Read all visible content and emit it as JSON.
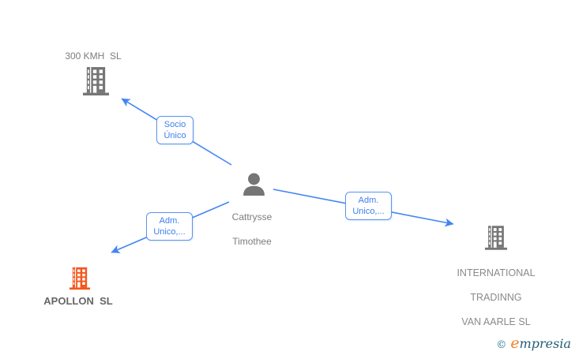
{
  "colors": {
    "edge_blue": "#4285f4",
    "box_border_blue": "#5b93ee",
    "box_text_blue": "#3d7ef0",
    "building_gray": "#757575",
    "building_orange": "#f4571f",
    "person_gray": "#757575",
    "label_gray": "#7d7d7d",
    "label_gray_bold": "#666666",
    "brand_orange": "#f08021",
    "brand_teal": "#235e77",
    "copyright_teal": "#20798f"
  },
  "person": {
    "name_line1": "Cattrysse",
    "name_line2": "Timothee"
  },
  "companies": {
    "kmh": {
      "name": "300 KMH  SL"
    },
    "apollon": {
      "name": "APOLLON  SL"
    },
    "international": {
      "name_line1": "INTERNATIONAL",
      "name_line2": "TRADINNG",
      "name_line3": "VAN AARLE  SL"
    }
  },
  "edges": {
    "socio_unico": {
      "label_line1": "Socio",
      "label_line2": "Único"
    },
    "adm_left": {
      "label_line1": "Adm.",
      "label_line2": "Unico,..."
    },
    "adm_right": {
      "label_line1": "Adm.",
      "label_line2": "Unico,..."
    }
  },
  "footer": {
    "copyright": "©",
    "brand_first_letter": "e",
    "brand_rest": "mpresia"
  }
}
